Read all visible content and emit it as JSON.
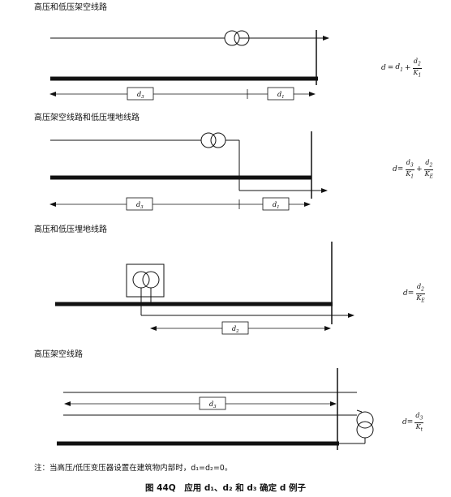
{
  "panels": [
    {
      "title": "高压和低压架空线路",
      "formula": {
        "lhs": "d",
        "eq": "=",
        "t1": "d",
        "t1sub": "1",
        "op": "+",
        "num": "d",
        "numsub": "2",
        "den": "K",
        "densub": "1"
      },
      "labels": {
        "a": "d",
        "asub": "3",
        "b": "d",
        "bsub": "1"
      }
    },
    {
      "title": "高压架空线路和低压埋地线路",
      "formula": {
        "num1": "d",
        "num1sub": "3",
        "den1": "K",
        "den1sub": "1",
        "op": "+",
        "num2": "d",
        "num2sub": "2",
        "den2": "K",
        "den2sub": "E"
      },
      "labels": {
        "a": "d",
        "asub": "3",
        "b": "d",
        "bsub": "1"
      }
    },
    {
      "title": "高压和低压埋地线路",
      "formula": {
        "num": "d",
        "numsub": "2",
        "den": "K",
        "densub": "E"
      },
      "labels": {
        "a": "d",
        "asub": "2"
      }
    },
    {
      "title": "高压架空线路",
      "formula": {
        "num": "d",
        "numsub": "3",
        "den": "K",
        "densub": "t"
      },
      "labels": {
        "a": "d",
        "asub": "3"
      }
    }
  ],
  "note": "注：当高压/低压变压器设置在建筑物内部时，d₁=d₂=0。",
  "caption": "图 44Q　应用 d₁、d₂ 和 d₃ 确定 d 例子"
}
